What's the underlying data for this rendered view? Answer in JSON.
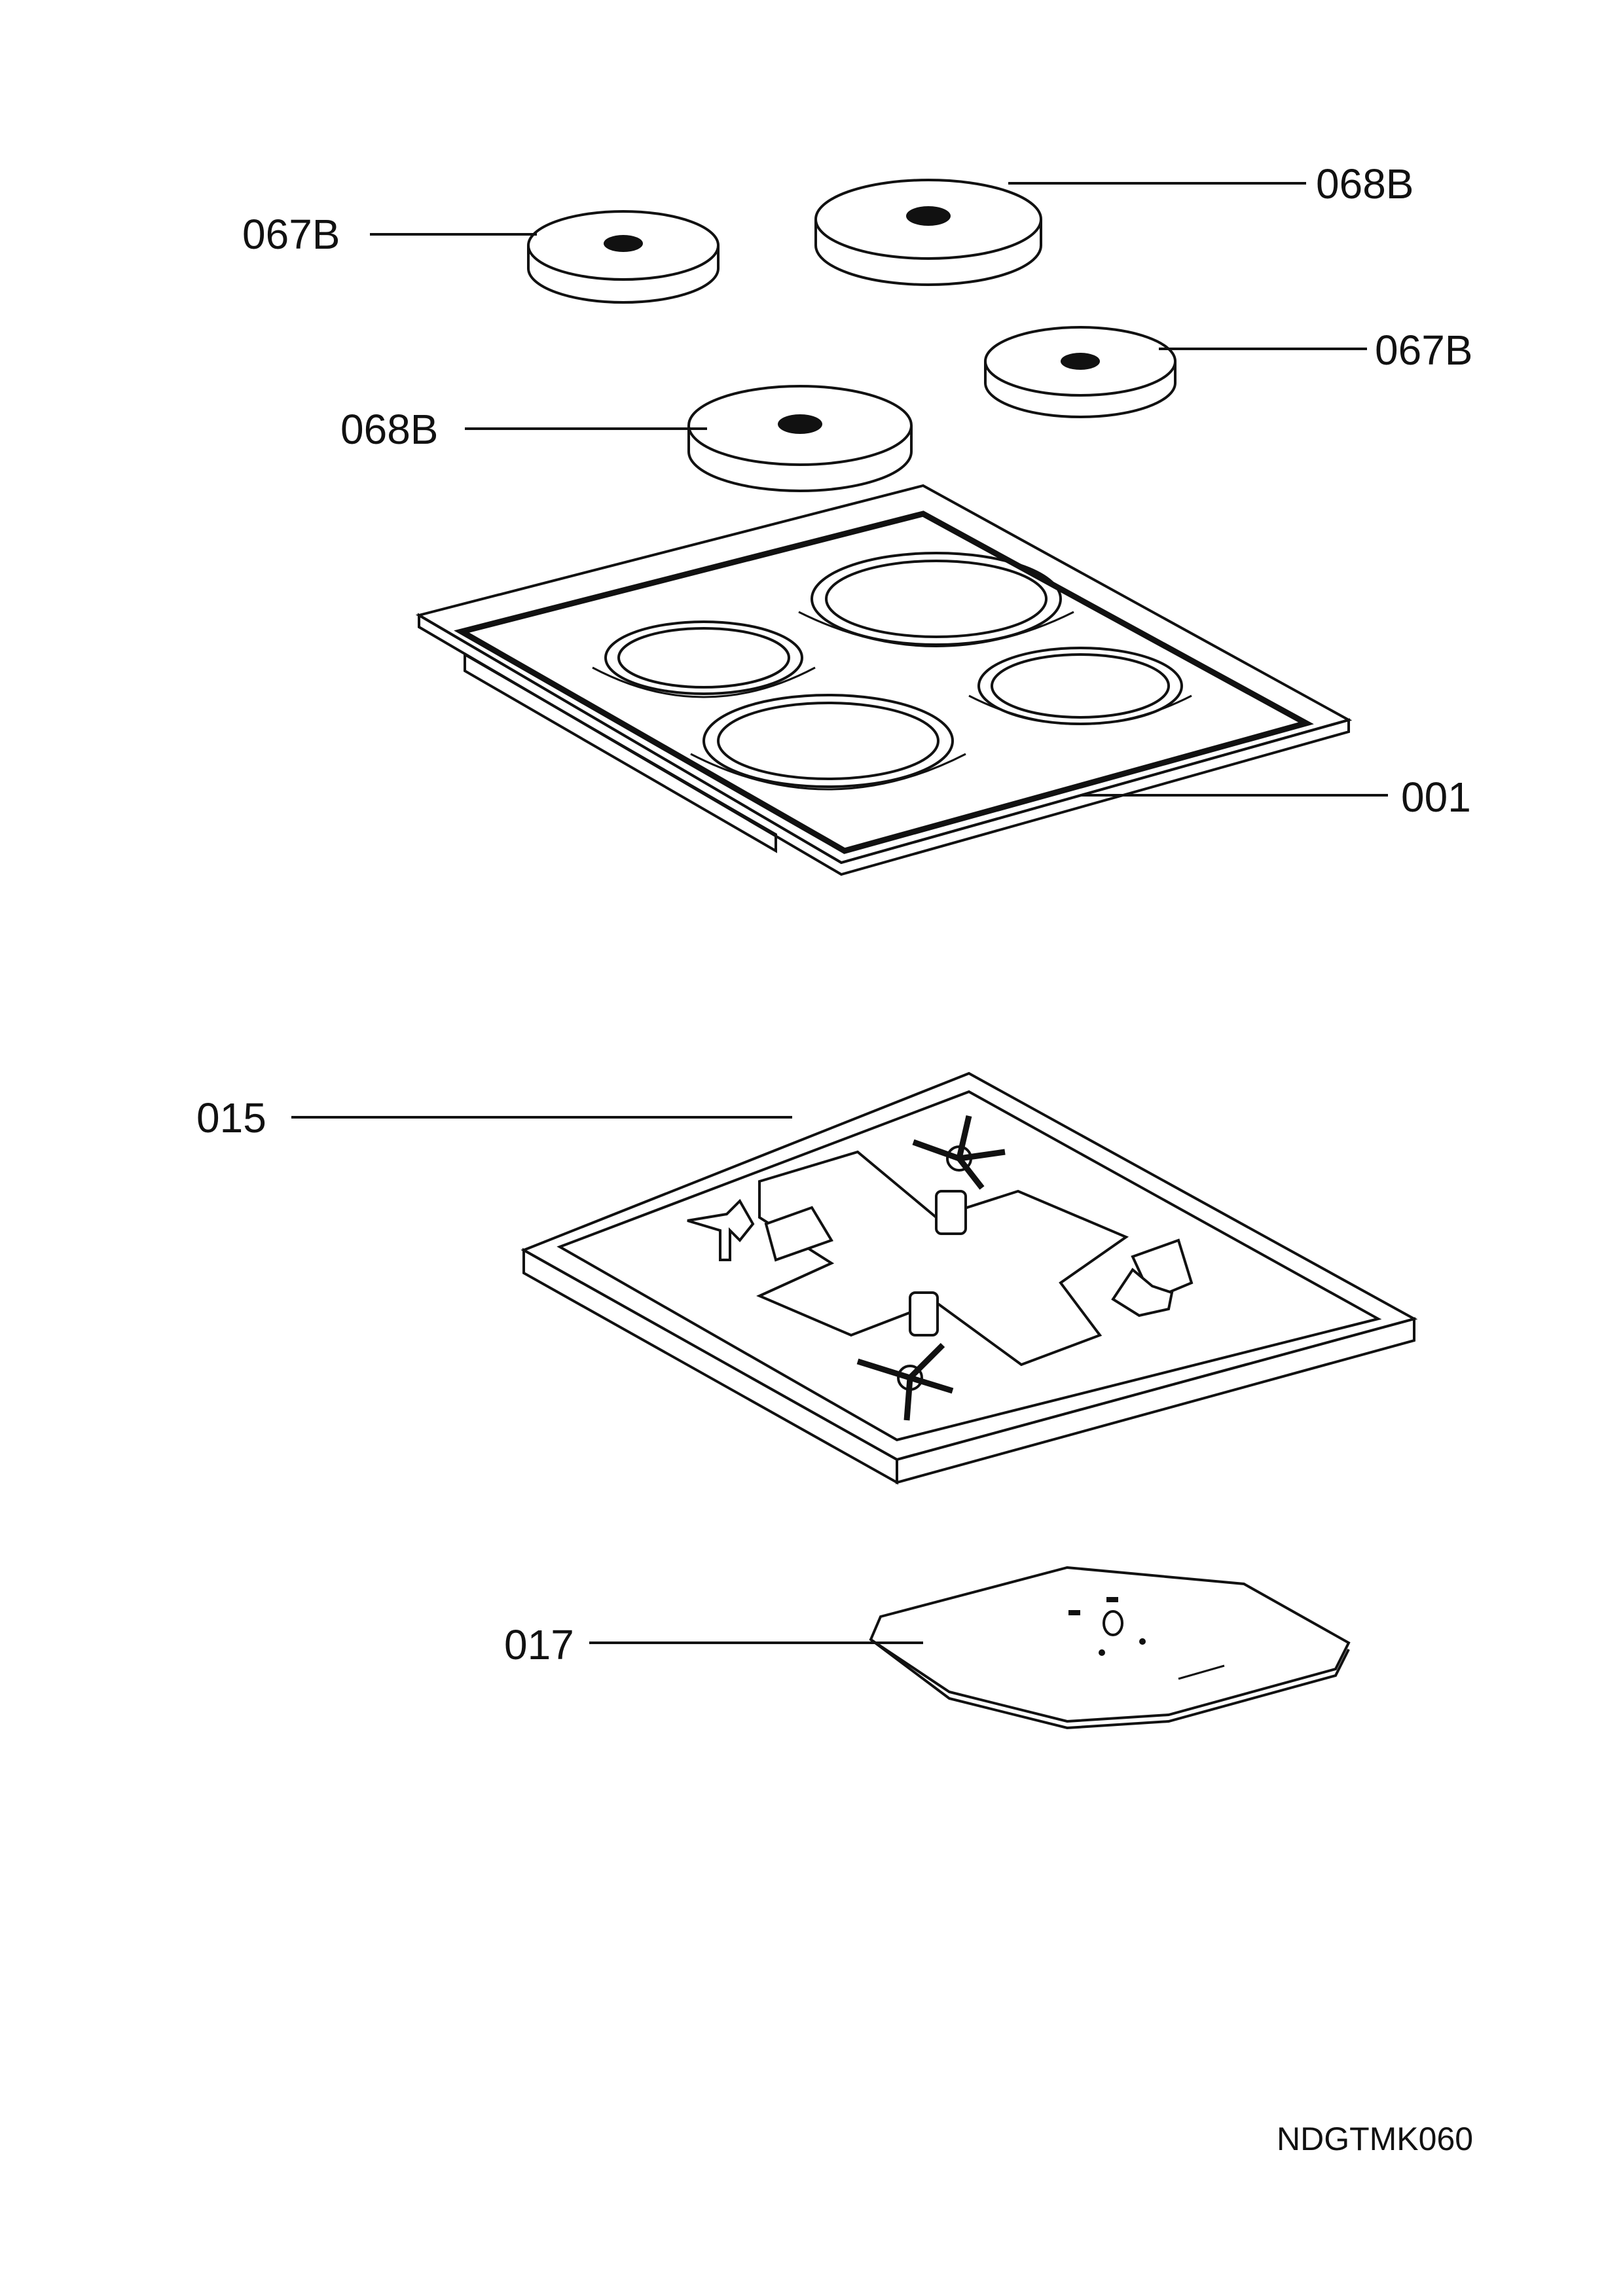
{
  "callouts": {
    "plate_small_left": "067B",
    "plate_large_back": "068B",
    "plate_small_right": "067B",
    "plate_large_front": "068B",
    "hob_top": "001",
    "burner_tray": "015",
    "bottom_plate": "017"
  },
  "document_id": "NDGTMK060"
}
